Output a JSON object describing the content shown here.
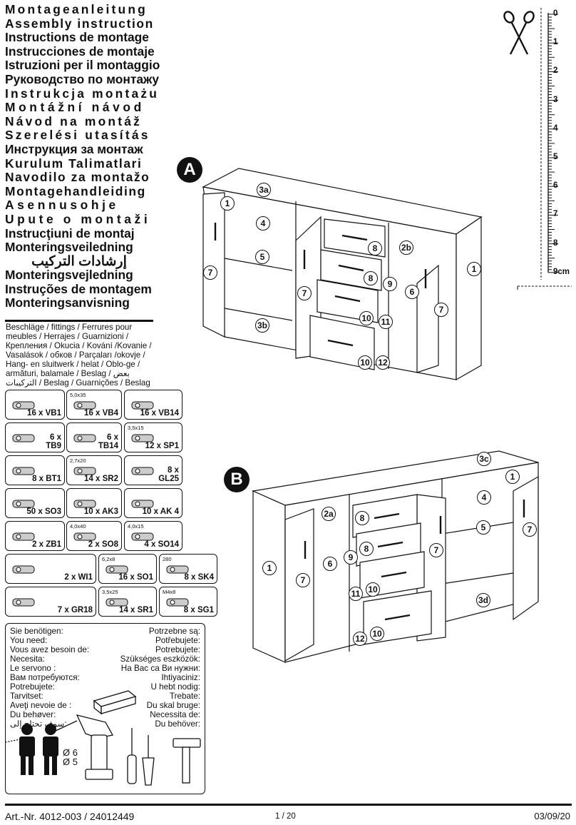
{
  "titles": [
    "Montageanleitung",
    "Assembly instruction",
    "Instructions de montage",
    "Instrucciones de montaje",
    "Istruzioni per il montaggio",
    "Руководство по монтажу",
    "Instrukcja montażu",
    "Montážní návod",
    "Návod na montáž",
    "Szerelési utasítás",
    "Инструкция за монтаж",
    "Kurulum Talimatlari",
    "Navodilo za montažo",
    "Montagehandleiding",
    "Asennusohje",
    "Upute o montaži",
    "Instrucţiuni de montaj",
    "Monteringsveiledning",
    "إرشادات التركيب",
    "Monteringsvejledning",
    "Instruções de montagem",
    "Monteringsanvisning"
  ],
  "fittings_text": "Beschläge / fittings / Ferrures pour meubles / Herrajes / Guarnizioni / Крепления / Okucia / Kování /Kovanie / Vasalások / обков / Parçaları /okovje / Hang- en sluitwerk / helat / Oblo-ge / armături, balamale / Beslag / بعض التركيبات / Beslag / Guarnições / Beslag",
  "fittings": [
    {
      "label": "16 x VB1",
      "size": ""
    },
    {
      "label": "16 x VB4",
      "size": "5,0x35"
    },
    {
      "label": "16 x VB14",
      "size": ""
    },
    {
      "label": "6 x\nTB9",
      "size": ""
    },
    {
      "label": "6 x\nTB14",
      "size": ""
    },
    {
      "label": "12 x SP1",
      "size": "3,5x15"
    },
    {
      "label": "8 x BT1",
      "size": ""
    },
    {
      "label": "14 x SR2",
      "size": "2,7x20"
    },
    {
      "label": "8 x\nGL25",
      "size": ""
    },
    {
      "label": "50 x SO3",
      "size": ""
    },
    {
      "label": "10 x AK3",
      "size": ""
    },
    {
      "label": "10 x AK 4",
      "size": ""
    },
    {
      "label": "2 x ZB1",
      "size": ""
    },
    {
      "label": "2 x SO8",
      "size": "4,0x40"
    },
    {
      "label": "4 x SO14",
      "size": "4,0x15"
    },
    {
      "label": "2 x WI1",
      "size": ""
    },
    {
      "label": "16 x SO1",
      "size": "6,2x8"
    },
    {
      "label": "8 x SK4",
      "size": "280"
    },
    {
      "label": "7 x GR18",
      "size": ""
    },
    {
      "label": "14 x SR1",
      "size": "3,5x25"
    },
    {
      "label": "8 x SG1",
      "size": "M4x8"
    }
  ],
  "tools_left": [
    "Sie benötigen:",
    "You need:",
    "Vous avez besoin de:",
    "Necesita:",
    "Le servono :",
    "Вам потребуются:",
    "Potrebujete:",
    "Tarvitset:",
    "Aveţi nevoie de :",
    "Du behøver:",
    "سوف تحتاج إلى:"
  ],
  "tools_right": [
    "Potrzebne są:",
    "Potřebujete:",
    "Potrebujete:",
    "Szükséges eszközök:",
    "На Вас са Ви нужни:",
    "Ihtiyaciniz:",
    "U hebt nodig:",
    "Trebate:",
    "Du skal bruge:",
    "Necessita de:",
    "Du behöver:"
  ],
  "drill_sizes": [
    "Ø 6",
    "Ø 5"
  ],
  "ruler": {
    "labels": [
      "0",
      "1",
      "2",
      "3",
      "4",
      "5",
      "6",
      "7",
      "8",
      "9cm"
    ]
  },
  "diagram_a": {
    "letter": "A",
    "callouts": [
      "3a",
      "1",
      "4",
      "5",
      "7",
      "7",
      "8",
      "2b",
      "8",
      "9",
      "6",
      "7",
      "1",
      "10",
      "11",
      "3b",
      "10",
      "12"
    ]
  },
  "diagram_b": {
    "letter": "B",
    "callouts": [
      "3c",
      "1",
      "4",
      "2a",
      "8",
      "5",
      "7",
      "7",
      "8",
      "9",
      "6",
      "1",
      "7",
      "11",
      "10",
      "3d",
      "12",
      "10"
    ]
  },
  "footer": {
    "art_nr": "Art.-Nr. 4012-003 / 24012449",
    "page": "1 / 20",
    "date": "03/09/20"
  }
}
